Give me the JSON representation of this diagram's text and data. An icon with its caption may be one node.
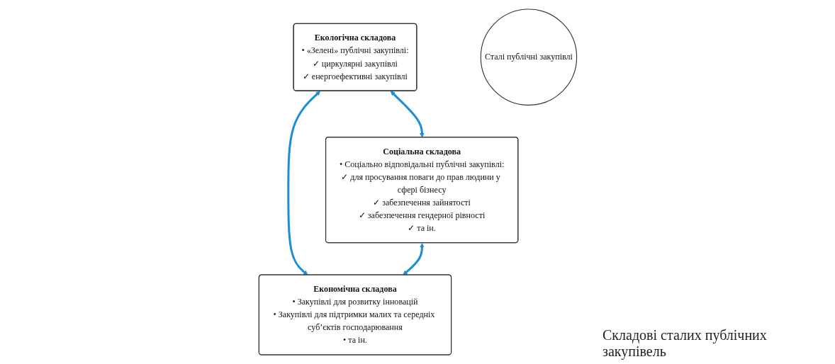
{
  "diagram": {
    "caption": "Складові сталих публічних закупівель",
    "nodes": [
      {
        "text": [
          "Екологічна складова",
          "• «Зелені» публічні закупівлі:",
          "✓ циркулярні закупівлі",
          "✓ енергоефективні закупівлі"
        ]
      },
      {
        "text": [
          "Соціальна складова",
          "• Соціально відповідальні публічні закупівлі:",
          "✓ для просування поваги до прав людини у сфері бізнесу",
          "✓ забезпечення зайнятості",
          "✓ забезпечення гендерної рівності",
          "✓ та ін."
        ]
      },
      {
        "text": [
          "Сталі публічні закупівлі"
        ]
      },
      {
        "text": [
          "Економічна складова",
          "• Закупівлі для розвитку інновацій",
          "• Закупівлі для підтримки малих та середніх суб’єктів господарювання",
          "• та ін."
        ]
      }
    ],
    "edges": [
      {
        "from": 0,
        "to": 1,
        "arrow": "both"
      },
      {
        "from": 0,
        "to": 3,
        "arrow": "both"
      },
      {
        "from": 1,
        "to": 3,
        "arrow": "both"
      }
    ]
  }
}
